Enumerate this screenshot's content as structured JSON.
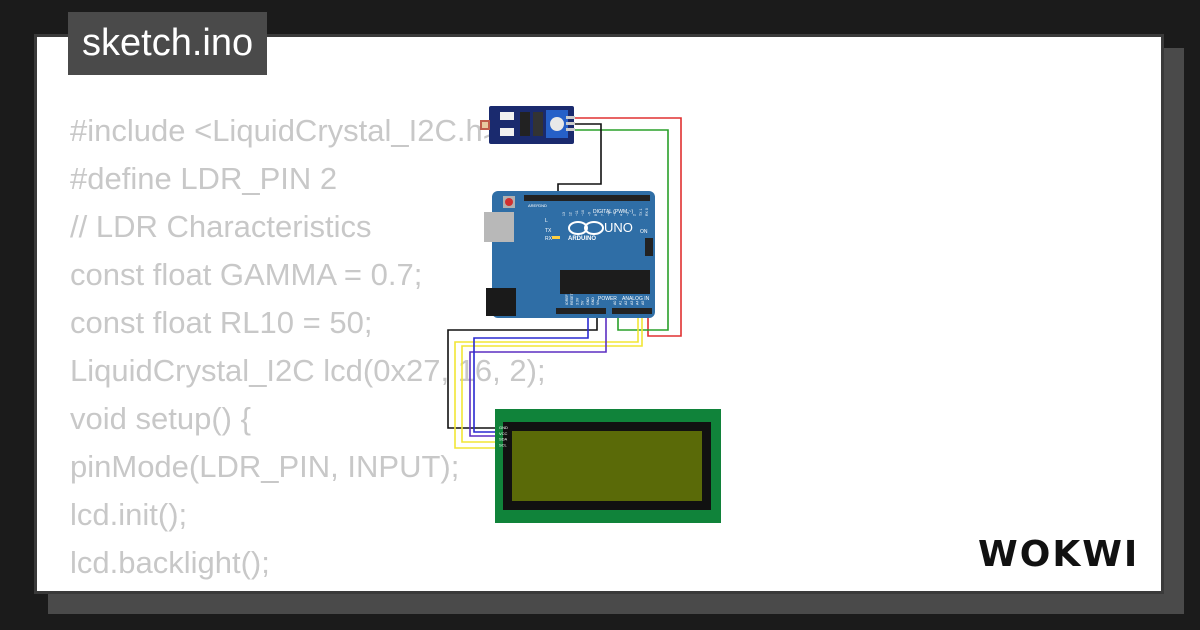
{
  "title": "sketch.ino",
  "code_lines": [
    "#include <LiquidCrystal_I2C.h>",
    "#define LDR_PIN 2",
    "// LDR Characteristics",
    "const float GAMMA = 0.7;",
    "const float RL10 = 50;",
    "LiquidCrystal_I2C lcd(0x27, 16, 2);",
    "void setup() {",
    "pinMode(LDR_PIN, INPUT);",
    "lcd.init();",
    "lcd.backlight();",
    "}"
  ],
  "brand": "WOKWI",
  "arduino": {
    "model": "UNO",
    "brand_label": "ARDUINO",
    "digital_label": "DIGITAL (PWM ~)",
    "power_label": "POWER",
    "analog_label": "ANALOG IN",
    "aref_label": "AREF",
    "gnd_label": "GND",
    "on_label": "ON",
    "l_label": "L",
    "tx_label": "TX",
    "rx_label": "RX",
    "digital_pins": [
      "13",
      "12",
      "~11",
      "~10",
      "~9",
      "8",
      "7",
      "~6",
      "~5",
      "4",
      "~3",
      "2",
      "TX 1",
      "RX 0"
    ],
    "power_pins": [
      "IOREF",
      "RESET",
      "3.3V",
      "5V",
      "GND",
      "GND",
      "Vin"
    ],
    "analog_pins": [
      "A0",
      "A1",
      "A2",
      "A3",
      "A4",
      "A5"
    ]
  },
  "lcd_pins": [
    "GND",
    "VCC",
    "SDA",
    "SCL"
  ],
  "colors": {
    "board": "#2f6ea6",
    "lcd_pcb": "#10833a",
    "lcd_screen": "#5a6a08",
    "wire_red": "#e03030",
    "wire_green": "#2aa02a",
    "wire_black": "#111111",
    "wire_yellow": "#f2e635",
    "wire_purple": "#5b2fc2",
    "wire_blue": "#2a2ad0"
  }
}
